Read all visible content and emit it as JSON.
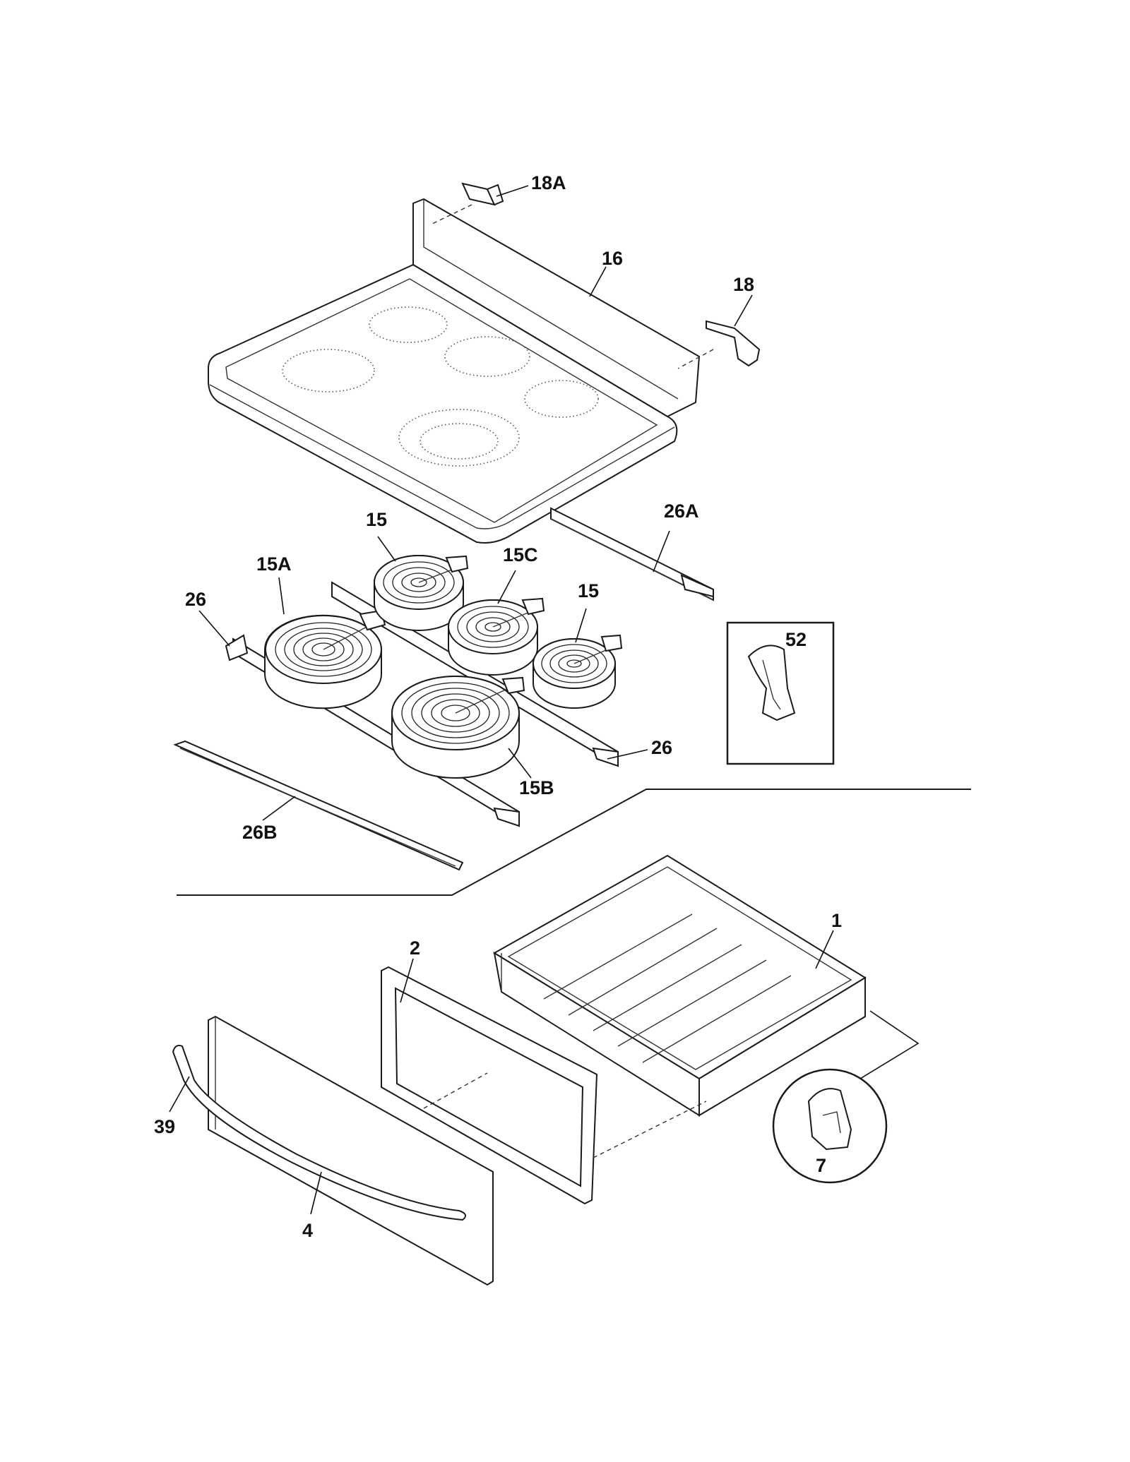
{
  "diagram": {
    "callouts": {
      "c18A": "18A",
      "c16": "16",
      "c18": "18",
      "c26A": "26A",
      "c15_top": "15",
      "c15C": "15C",
      "c15A": "15A",
      "c15_right": "15",
      "c26_left": "26",
      "c52": "52",
      "c26_right": "26",
      "c15B": "15B",
      "c26B": "26B",
      "c1": "1",
      "c2": "2",
      "c39": "39",
      "c7": "7",
      "c4": "4"
    }
  }
}
